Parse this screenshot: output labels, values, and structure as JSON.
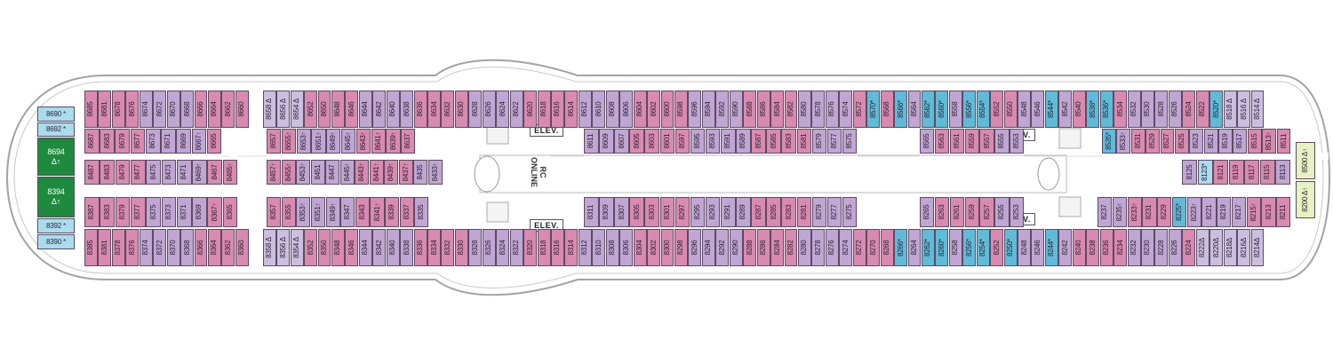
{
  "palette": {
    "pink": "#d98ab0",
    "purple": "#c0a6d3",
    "lavender": "#cbbfe0",
    "blue": "#5fbbd8",
    "lightblue": "#a9dcee",
    "green": "#1e8a3e",
    "lime": "#e6f2bf",
    "hull": "#9a9a9a"
  },
  "labels": {
    "elevators": [
      "ELEV.",
      "ELEV.",
      "ELEV.",
      "ELEV."
    ],
    "rc_online": "RC\nONLINE"
  },
  "cabins": {
    "r1": [
      "8685",
      "8681",
      "8678",
      "8676",
      "8674",
      "8672",
      "8670",
      "8668",
      "8666",
      "8664",
      "8662",
      "8660",
      null,
      "8658 Δ",
      "8656 Δ",
      "8654 Δ",
      "8652",
      "8650",
      "8648",
      "8646",
      "8644",
      "8642",
      "8640",
      "8638",
      "8636",
      "8634",
      "8632",
      "8630",
      "8628",
      "8626",
      "8624",
      "8622",
      "8620",
      "8618",
      "8616",
      "8614",
      "8612",
      "8610",
      "8608",
      "8606",
      "8604",
      "8602",
      "8600",
      "8598",
      "8596",
      "8594",
      "8592",
      "8590",
      "8588",
      "8586",
      "8584",
      "8582",
      "8580",
      "8578",
      "8576",
      "8574",
      "8572",
      "8570*",
      "8568",
      "8566*",
      "8564",
      "8562*",
      "8560*",
      "8558",
      "8556*",
      "8554*",
      "8552",
      "8550",
      "8548",
      "8546",
      "8544*",
      "8542",
      "8540",
      "8538*",
      "8536*",
      "8534",
      "8532",
      "8530",
      "8528",
      "8526",
      "8524",
      "8522",
      "8520*",
      "8518 Δ",
      "8516 Δ",
      "8514 Δ"
    ],
    "r2": [
      "8687",
      "8683",
      "8679",
      "8677",
      "8673",
      "8671",
      "8669",
      "8667↑",
      "8665",
      null,
      "8657",
      "8655↑",
      "8653↑",
      "8651↑",
      "8649↑",
      "8645↑",
      "8643↑",
      "8641↑",
      "8639↑",
      "8637",
      null,
      "8611",
      "8609",
      "8607",
      "8605",
      "8603",
      "8601",
      "8597",
      "8595",
      "8593",
      "8591",
      "8589",
      "8587",
      "8585",
      "8583",
      "8581",
      "8579",
      "8577",
      "8575",
      "8565",
      "8563",
      "8561",
      "8559",
      "8557",
      "8555",
      "8553",
      "8535*",
      "8533↑",
      "8531",
      "8529",
      "8527",
      "8525",
      "8523",
      "8521",
      "8519",
      "8517",
      "8515",
      "8513↑",
      "8511"
    ],
    "r3": [
      "8487",
      "8483",
      "8479",
      "8477",
      "8475",
      "8473",
      "8471",
      "8469↑",
      "8467",
      "8465↑",
      "8457↑",
      "8455↑",
      "8453↑",
      "8451",
      "8447",
      "8445↑",
      "8443↑",
      "8441↑",
      "8439↑",
      "8437↑",
      "8435",
      "8433↑",
      "8125",
      "8123*",
      "8121",
      "8119",
      "8117",
      "8115",
      "8113"
    ],
    "r4": [
      "8387",
      "8383",
      "8379",
      "8377",
      "8375",
      "8373",
      "8371",
      "8369",
      "8367↑",
      "8365",
      "8357",
      "8355",
      "8353↑",
      "8351↑",
      "8349↑",
      "8347",
      "8343",
      "8341↑",
      "8339",
      "8337",
      "8335",
      "8311",
      "8309",
      "8307",
      "8305",
      "8303",
      "8301",
      "8297",
      "8295",
      "8293",
      "8291",
      "8289",
      "8287",
      "8285",
      "8283",
      "8281",
      "8279",
      "8277",
      "8275",
      "8265",
      "8263",
      "8261",
      "8259",
      "8257",
      "8255",
      "8253",
      "8237",
      "8235↑",
      "8233↑",
      "8231",
      "8229",
      "8225*",
      "8223↑",
      "8221",
      "8219",
      "8217",
      "8215↑",
      "8213",
      "8211"
    ],
    "r5": [
      "8385",
      "8381",
      "8378",
      "8376",
      "8374",
      "8372",
      "8370",
      "8368",
      "8366",
      "8364",
      "8362",
      "8360",
      null,
      "8358 Δ",
      "8356 Δ",
      "8354 Δ",
      "8352",
      "8350",
      "8348",
      "8346",
      "8344",
      "8342",
      "8340",
      "8338",
      "8336",
      "8334",
      "8332",
      "8330",
      "8328",
      "8326",
      "8324",
      "8322",
      "8320",
      "8318",
      "8316",
      "8314",
      "8312",
      "8310",
      "8308",
      "8306",
      "8304",
      "8302",
      "8300",
      "8298",
      "8296",
      "8294",
      "8292",
      "8290",
      "8288",
      "8286",
      "8284",
      "8282",
      "8280",
      "8278",
      "8276",
      "8274",
      "8272",
      "8270",
      "8268",
      "8266*",
      "8264",
      "8262*",
      "8260*",
      "8258",
      "8256*",
      "8254*",
      "8252",
      "8250*",
      "8248",
      "8246",
      "8244*",
      "8242",
      "8240",
      "8238",
      "8236",
      "8234",
      "8232",
      "8230",
      "8228",
      "8226",
      "8224",
      "8222Δ",
      "8220Δ",
      "8218Δ",
      "8216Δ",
      "8214Δ"
    ],
    "left_end": [
      {
        "no": "8690 *",
        "c": "lightblue"
      },
      {
        "no": "8692 *",
        "c": "lightblue"
      },
      {
        "no": "8694\nΔ↑",
        "c": "green"
      },
      {
        "no": "8394\nΔ↑",
        "c": "green"
      },
      {
        "no": "8392 *",
        "c": "lightblue"
      },
      {
        "no": "8390 *",
        "c": "lightblue"
      }
    ],
    "right_end": [
      "8500 Δ↑",
      "8200 Δ↑"
    ]
  }
}
